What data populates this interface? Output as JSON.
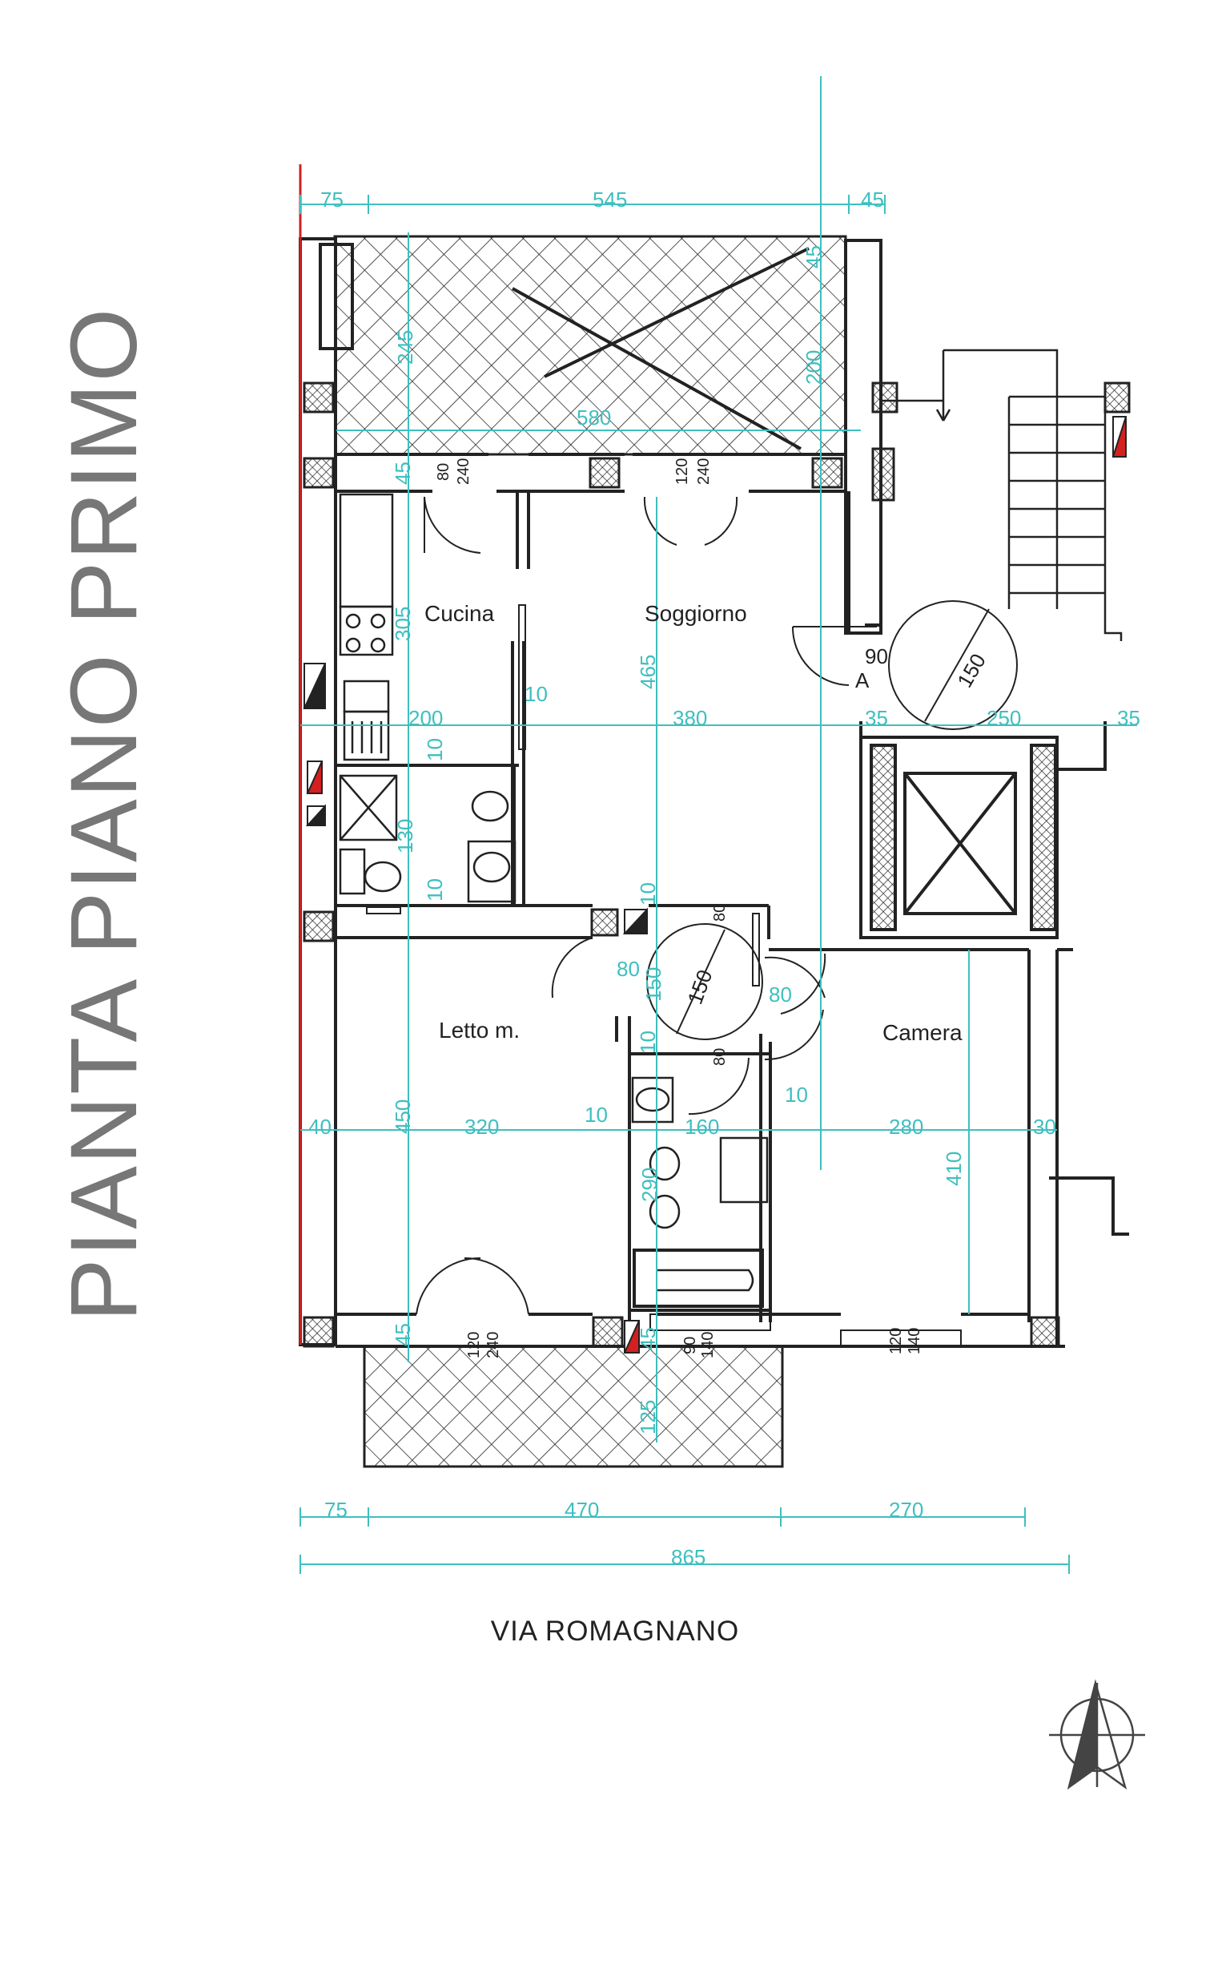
{
  "title": "PIANTA PIANO PRIMO",
  "street": "VIA ROMAGNANO",
  "colors": {
    "wall": "#222222",
    "dimension": "#3fbfbf",
    "label": "#222222",
    "title": "#777777",
    "accent_red": "#d42020"
  },
  "rooms": {
    "cucina": "Cucina",
    "soggiorno": "Soggiorno",
    "letto": "Letto m.",
    "camera": "Camera"
  },
  "dims": {
    "top_75": "75",
    "top_545": "545",
    "top_45": "45",
    "terrace_245": "245",
    "terrace_580": "580",
    "terrace_45r": "45",
    "terrace_200": "200",
    "k_45": "45",
    "k_80": "80",
    "k_240": "240",
    "s_120": "120",
    "s_240": "240",
    "k_305": "305",
    "s_465": "465",
    "k_10": "10",
    "row_200": "200",
    "row_380": "380",
    "row_35a": "35",
    "row_250": "250",
    "row_35b": "35",
    "door_90": "90",
    "door_a": "A",
    "circle_150a": "150",
    "bath_10a": "10",
    "bath_130": "130",
    "bath_10b": "10",
    "c_10": "10",
    "c_80a": "80",
    "c_80b": "80",
    "c_150": "150",
    "c_150v": "150",
    "c_80c": "80",
    "c_10b": "10",
    "c_80d": "80",
    "cam_10": "10",
    "row2_40": "40",
    "row2_450": "450",
    "row2_320": "320",
    "row2_10": "10",
    "row2_160": "160",
    "row2_280": "280",
    "row2_30": "30",
    "bath2_290": "290",
    "cam_410": "410",
    "b_45": "45",
    "b_120": "120",
    "b_240": "240",
    "b_45b": "45",
    "b_90": "90",
    "b_140": "140",
    "b_120b": "120",
    "b_140b": "140",
    "balc_125": "125",
    "bot_75": "75",
    "bot_470": "470",
    "bot_270": "270",
    "bot_865": "865"
  }
}
